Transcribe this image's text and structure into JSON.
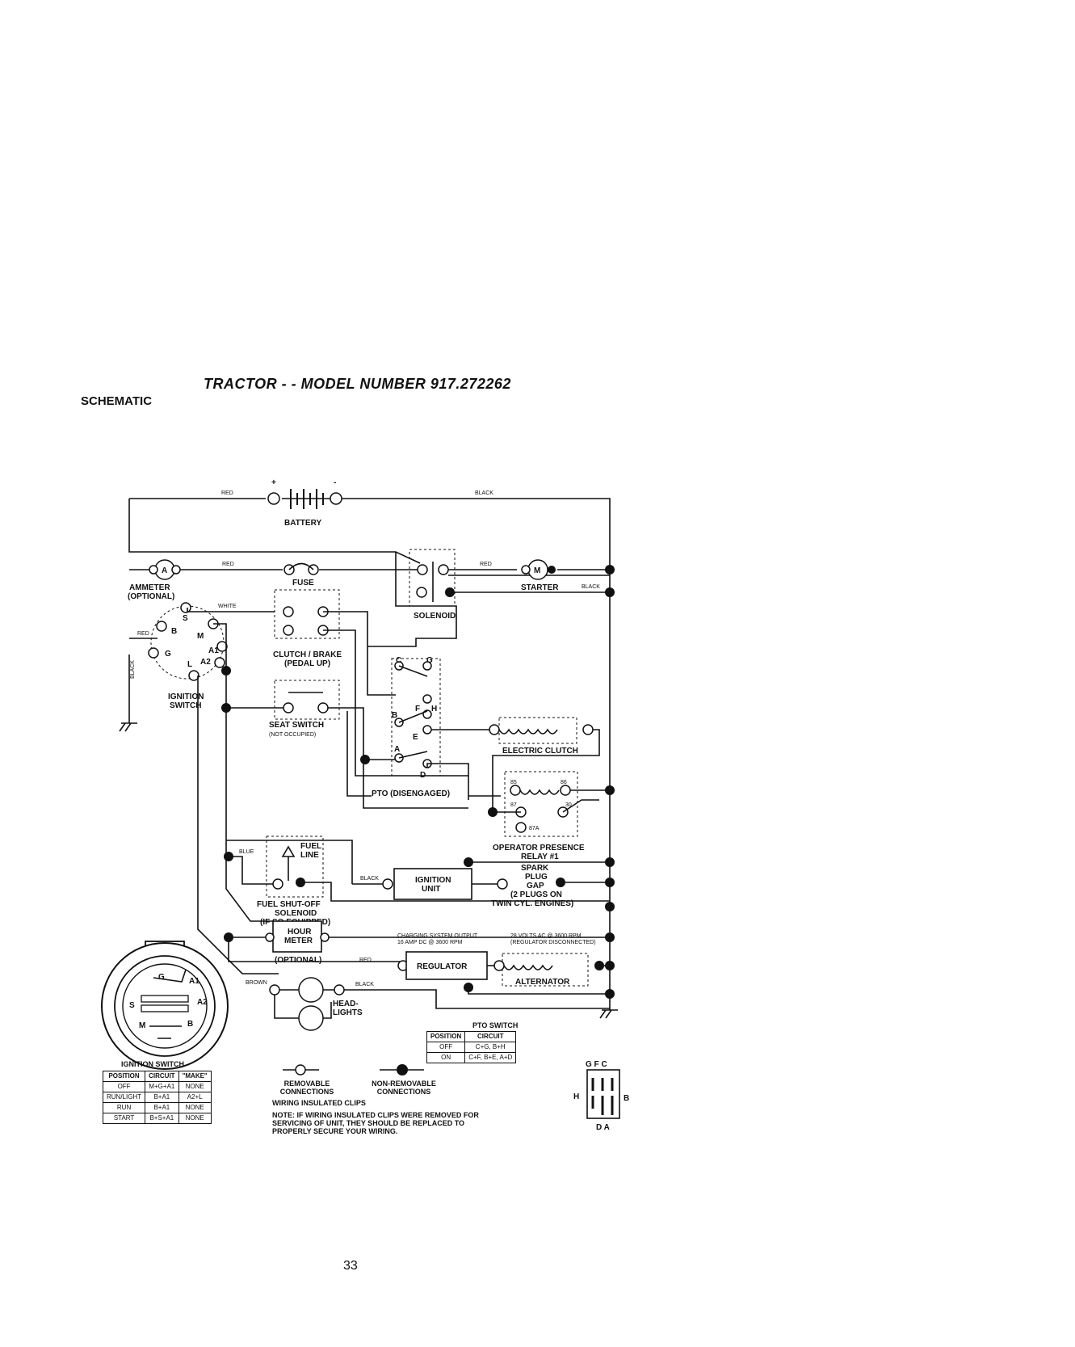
{
  "header": {
    "title": "TRACTOR - - MODEL NUMBER 917.272262",
    "section": "SCHEMATIC"
  },
  "labels": {
    "battery": "BATTERY",
    "plus": "+",
    "minus": "-",
    "wire_red": "RED",
    "wire_black": "BLACK",
    "wire_white": "WHITE",
    "wire_blue": "BLUE",
    "wire_brown": "BROWN",
    "ammeter": "AMMETER",
    "ammeter_opt": "(OPTIONAL)",
    "ammeter_sym": "A",
    "fuse": "FUSE",
    "starter": "STARTER",
    "starter_sym": "M",
    "solenoid": "SOLENOID",
    "clutch_brake": "CLUTCH / BRAKE",
    "clutch_brake_2": "(PEDAL UP)",
    "ignition_switch_1": "IGNITION",
    "ignition_switch_2": "SWITCH",
    "seat_switch": "SEAT SWITCH",
    "seat_switch_2": "(NOT OCCUPIED)",
    "electric_clutch": "ELECTRIC CLUTCH",
    "pto_disengaged": "PTO (DISENGAGED)",
    "operator_presence": "OPERATOR PRESENCE",
    "relay": "RELAY #1",
    "fuel_line_1": "FUEL",
    "fuel_line_2": "LINE",
    "fuel_solenoid_1": "FUEL SHUT-OFF",
    "fuel_solenoid_2": "SOLENOID",
    "fuel_solenoid_3": "(IF SO EQUIPPED)",
    "ignition_unit_1": "IGNITION",
    "ignition_unit_2": "UNIT",
    "spark_1": "SPARK",
    "spark_2": "PLUG",
    "spark_3": "GAP",
    "spark_4": "(2 PLUGS ON",
    "spark_5": "TWIN CYL. ENGINES)",
    "hour_meter_1": "HOUR",
    "hour_meter_2": "METER",
    "hour_meter_3": "(OPTIONAL)",
    "charging_1": "CHARGING SYSTEM OUTPUT",
    "charging_2": "16 AMP DC @ 3600 RPM",
    "volts_1": "28 VOLTS AC @ 3600 RPM",
    "volts_2": "(REGULATOR DISCONNECTED)",
    "regulator": "REGULATOR",
    "alternator": "ALTERNATOR",
    "headlights_1": "HEAD-",
    "headlights_2": "LIGHTS",
    "t_S": "S",
    "t_B": "B",
    "t_M": "M",
    "t_G": "G",
    "t_A1": "A1",
    "t_A2": "A2",
    "t_L": "L",
    "p_C": "C",
    "p_G": "G",
    "p_F": "F",
    "p_H": "H",
    "p_B": "B",
    "p_E": "E",
    "p_A": "A",
    "p_D": "D",
    "r_85": "85",
    "r_86": "86",
    "r_87": "87",
    "r_30": "30",
    "r_87A": "87A",
    "ign_caption": "IGNITION SWITCH",
    "removable_1": "REMOVABLE",
    "removable_2": "CONNECTIONS",
    "nonremovable_1": "NON-REMOVABLE",
    "nonremovable_2": "CONNECTIONS",
    "clips_title": "WIRING INSULATED CLIPS",
    "note_1": "NOTE: IF WIRING INSULATED CLIPS WERE REMOVED FOR",
    "note_2": "SERVICING OF UNIT, THEY SHOULD BE REPLACED TO",
    "note_3": "PROPERLY SECURE YOUR WIRING.",
    "pto_switch": "PTO SWITCH",
    "conn_top": "G F C",
    "conn_left": "H",
    "conn_right": "B",
    "conn_bottom": "D A"
  },
  "ignition_table": {
    "headers": [
      "POSITION",
      "CIRCUIT",
      "\"MAKE\""
    ],
    "rows": [
      [
        "OFF",
        "M+G+A1",
        "NONE"
      ],
      [
        "RUN/LIGHT",
        "B+A1",
        "A2+L"
      ],
      [
        "RUN",
        "B+A1",
        "NONE"
      ],
      [
        "START",
        "B+S+A1",
        "NONE"
      ]
    ]
  },
  "pto_table": {
    "headers": [
      "POSITION",
      "CIRCUIT"
    ],
    "rows": [
      [
        "OFF",
        "C+G, B+H"
      ],
      [
        "ON",
        "C+F, B+E, A+D"
      ]
    ]
  },
  "page_number": "33"
}
